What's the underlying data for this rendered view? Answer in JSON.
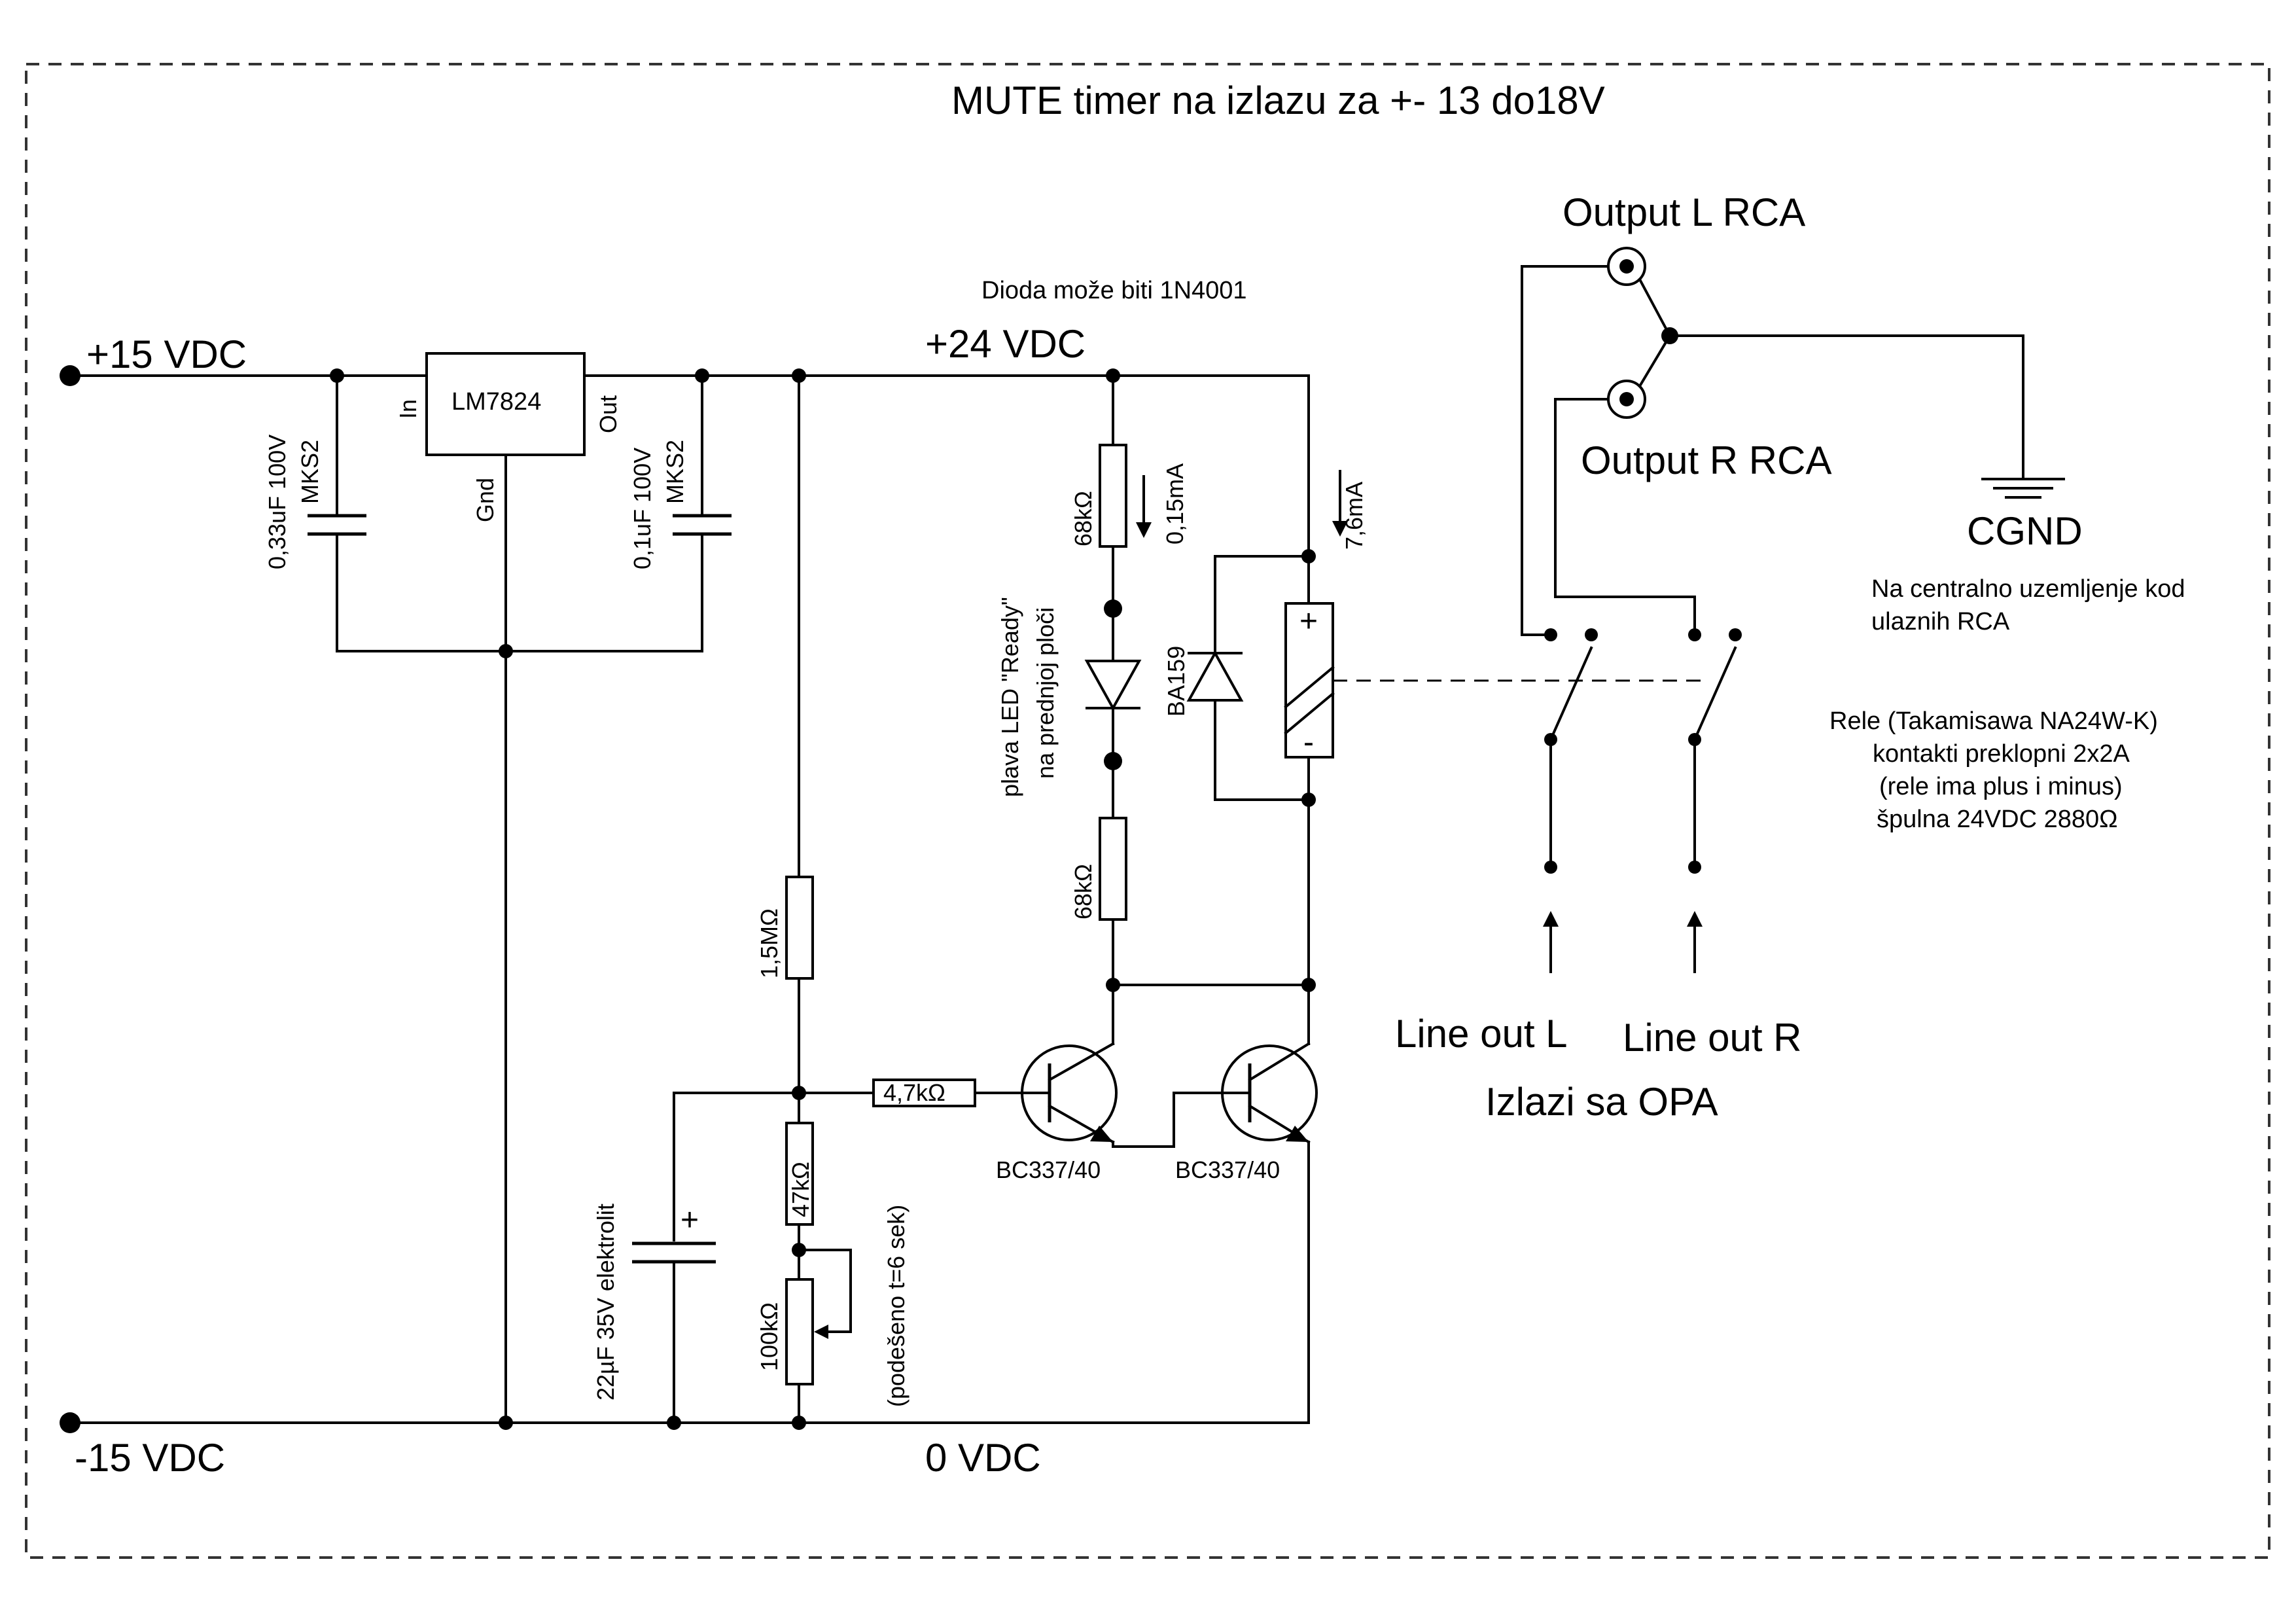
{
  "title": "MUTE timer na izlazu za +- 13 do18V",
  "rails": {
    "pos15": "+15 VDC",
    "neg15": "-15 VDC",
    "pos24": "+24 VDC",
    "zero": "0 VDC"
  },
  "diode_note": "Dioda može biti 1N4001",
  "regulator": {
    "name": "LM7824",
    "pin_in": "In",
    "pin_out": "Out",
    "pin_gnd": "Gnd"
  },
  "capacitors": {
    "c_in": {
      "value": "0,33uF 100V",
      "type": "MKS2"
    },
    "c_out": {
      "value": "0,1uF 100V",
      "type": "MKS2"
    },
    "c_timer": {
      "value": "22µF 35V elektrolit",
      "polarity": "+"
    }
  },
  "resistors": {
    "r_led_top": "68kΩ",
    "r_led_bottom": "68kΩ",
    "r_timing": "1,5MΩ",
    "r_base": "4,7kΩ",
    "r_47k": "47kΩ",
    "pot_100k": "100kΩ"
  },
  "pot_note": "(podešeno t=6 sek)",
  "currents": {
    "led": "0,15mA",
    "relay": "7,6mA"
  },
  "led": {
    "line1": "plava LED \"Ready\"",
    "line2": "na prednjoj ploči"
  },
  "flyback_diode": "BA159",
  "relay_coil": {
    "plus": "+",
    "minus": "-"
  },
  "transistors": {
    "q1": "BC337/40",
    "q2": "BC337/40"
  },
  "outputs": {
    "left": "Output L RCA",
    "right": "Output R RCA"
  },
  "ground": {
    "label": "CGND",
    "note_line1": "Na centralno uzemljenje kod",
    "note_line2": "ulaznih RCA"
  },
  "relay_info": [
    "Rele (Takamisawa NA24W-K)",
    "kontakti preklopni 2x2A",
    "(rele ima plus i minus)",
    "špulna 24VDC  2880Ω"
  ],
  "line_outs": {
    "left": "Line out L",
    "right": "Line out R",
    "caption": "Izlazi sa OPA"
  }
}
